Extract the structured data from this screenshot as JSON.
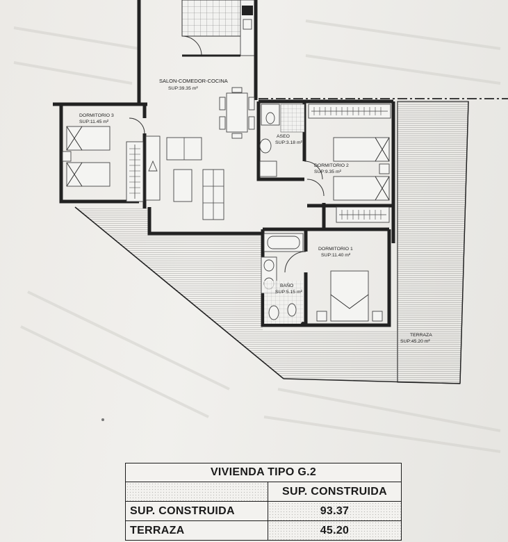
{
  "plan": {
    "rooms": [
      {
        "id": "salon",
        "name": "SALON-COMEDOR-COCINA",
        "area": "SUP:39.35 m²"
      },
      {
        "id": "dorm3",
        "name": "DORMITORIO 3",
        "area": "SUP:11.45 m²"
      },
      {
        "id": "aseo",
        "name": "ASEO",
        "area": "SUP:3.18 m²"
      },
      {
        "id": "dorm2",
        "name": "DORMITORIO 2",
        "area": "SUP:9.35 m²"
      },
      {
        "id": "dorm1",
        "name": "DORMITORIO 1",
        "area": "SUP:11.40 m²"
      },
      {
        "id": "bano",
        "name": "BAÑO",
        "area": "SUP:5.15 m²"
      },
      {
        "id": "terraza",
        "name": "TERRAZA",
        "area": "SUP:45.20 m²"
      }
    ]
  },
  "table": {
    "title": "VIVIENDA TIPO G.2",
    "col_header": "SUP. CONSTRUIDA",
    "rows": [
      {
        "label": "SUP. CONSTRUIDA",
        "value": "93.37"
      },
      {
        "label": "TERRAZA",
        "value": "45.20"
      }
    ]
  },
  "colors": {
    "ink": "#222222",
    "paper": "#ecebe7",
    "hatch": "#8c8c8a"
  }
}
